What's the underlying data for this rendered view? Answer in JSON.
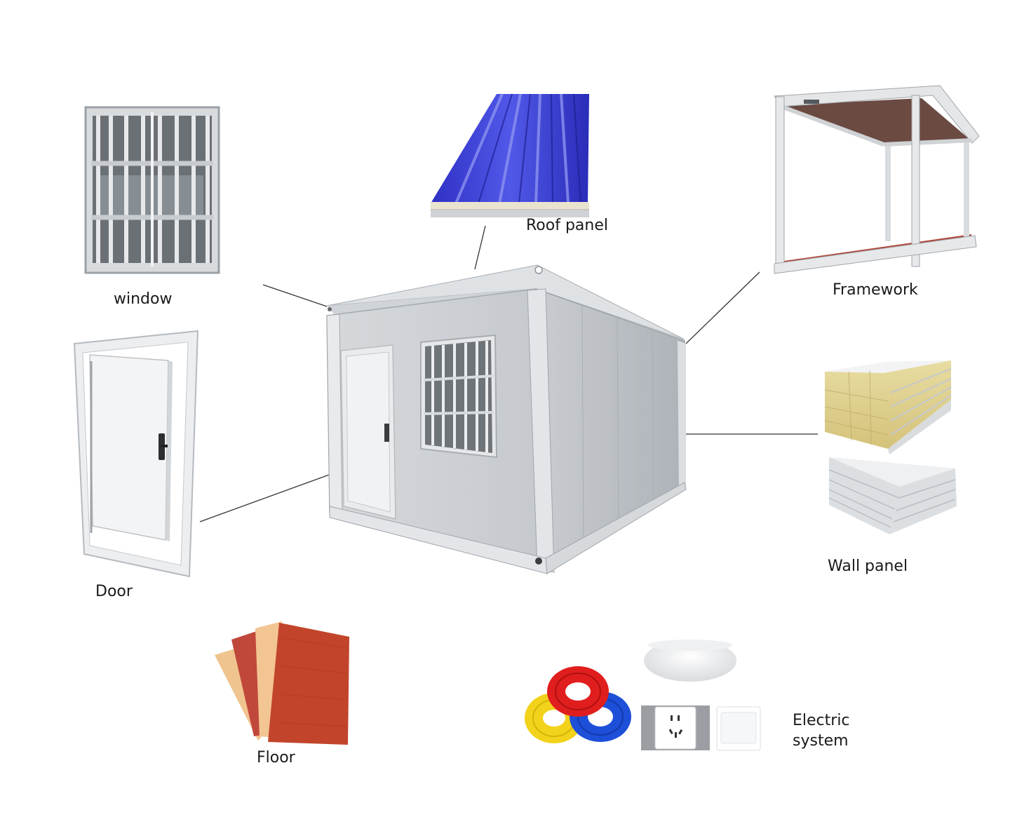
{
  "labels": {
    "window": "window",
    "roof_panel": "Roof panel",
    "framework": "Framework",
    "door": "Door",
    "wall_panel": "Wall panel",
    "floor": "Floor",
    "electric_line1": "Electric",
    "electric_line2": "system"
  },
  "colors": {
    "roof_blue": "#3b3fd6",
    "floor_red": "#c0442b",
    "frame_floor": "#b0473a",
    "frame_ceiling": "#6b4a42",
    "wire_red": "#e01e1e",
    "wire_yellow": "#f2d21a",
    "wire_blue": "#1d4fd8",
    "leader_line": "#333333"
  },
  "icons": [
    "window-icon",
    "roof-panel-icon",
    "framework-icon",
    "door-icon",
    "container-house-icon",
    "wall-panel-icon",
    "floor-tiles-icon",
    "cable-coils-icon",
    "ceiling-lamp-icon",
    "socket-icon",
    "switch-icon"
  ]
}
